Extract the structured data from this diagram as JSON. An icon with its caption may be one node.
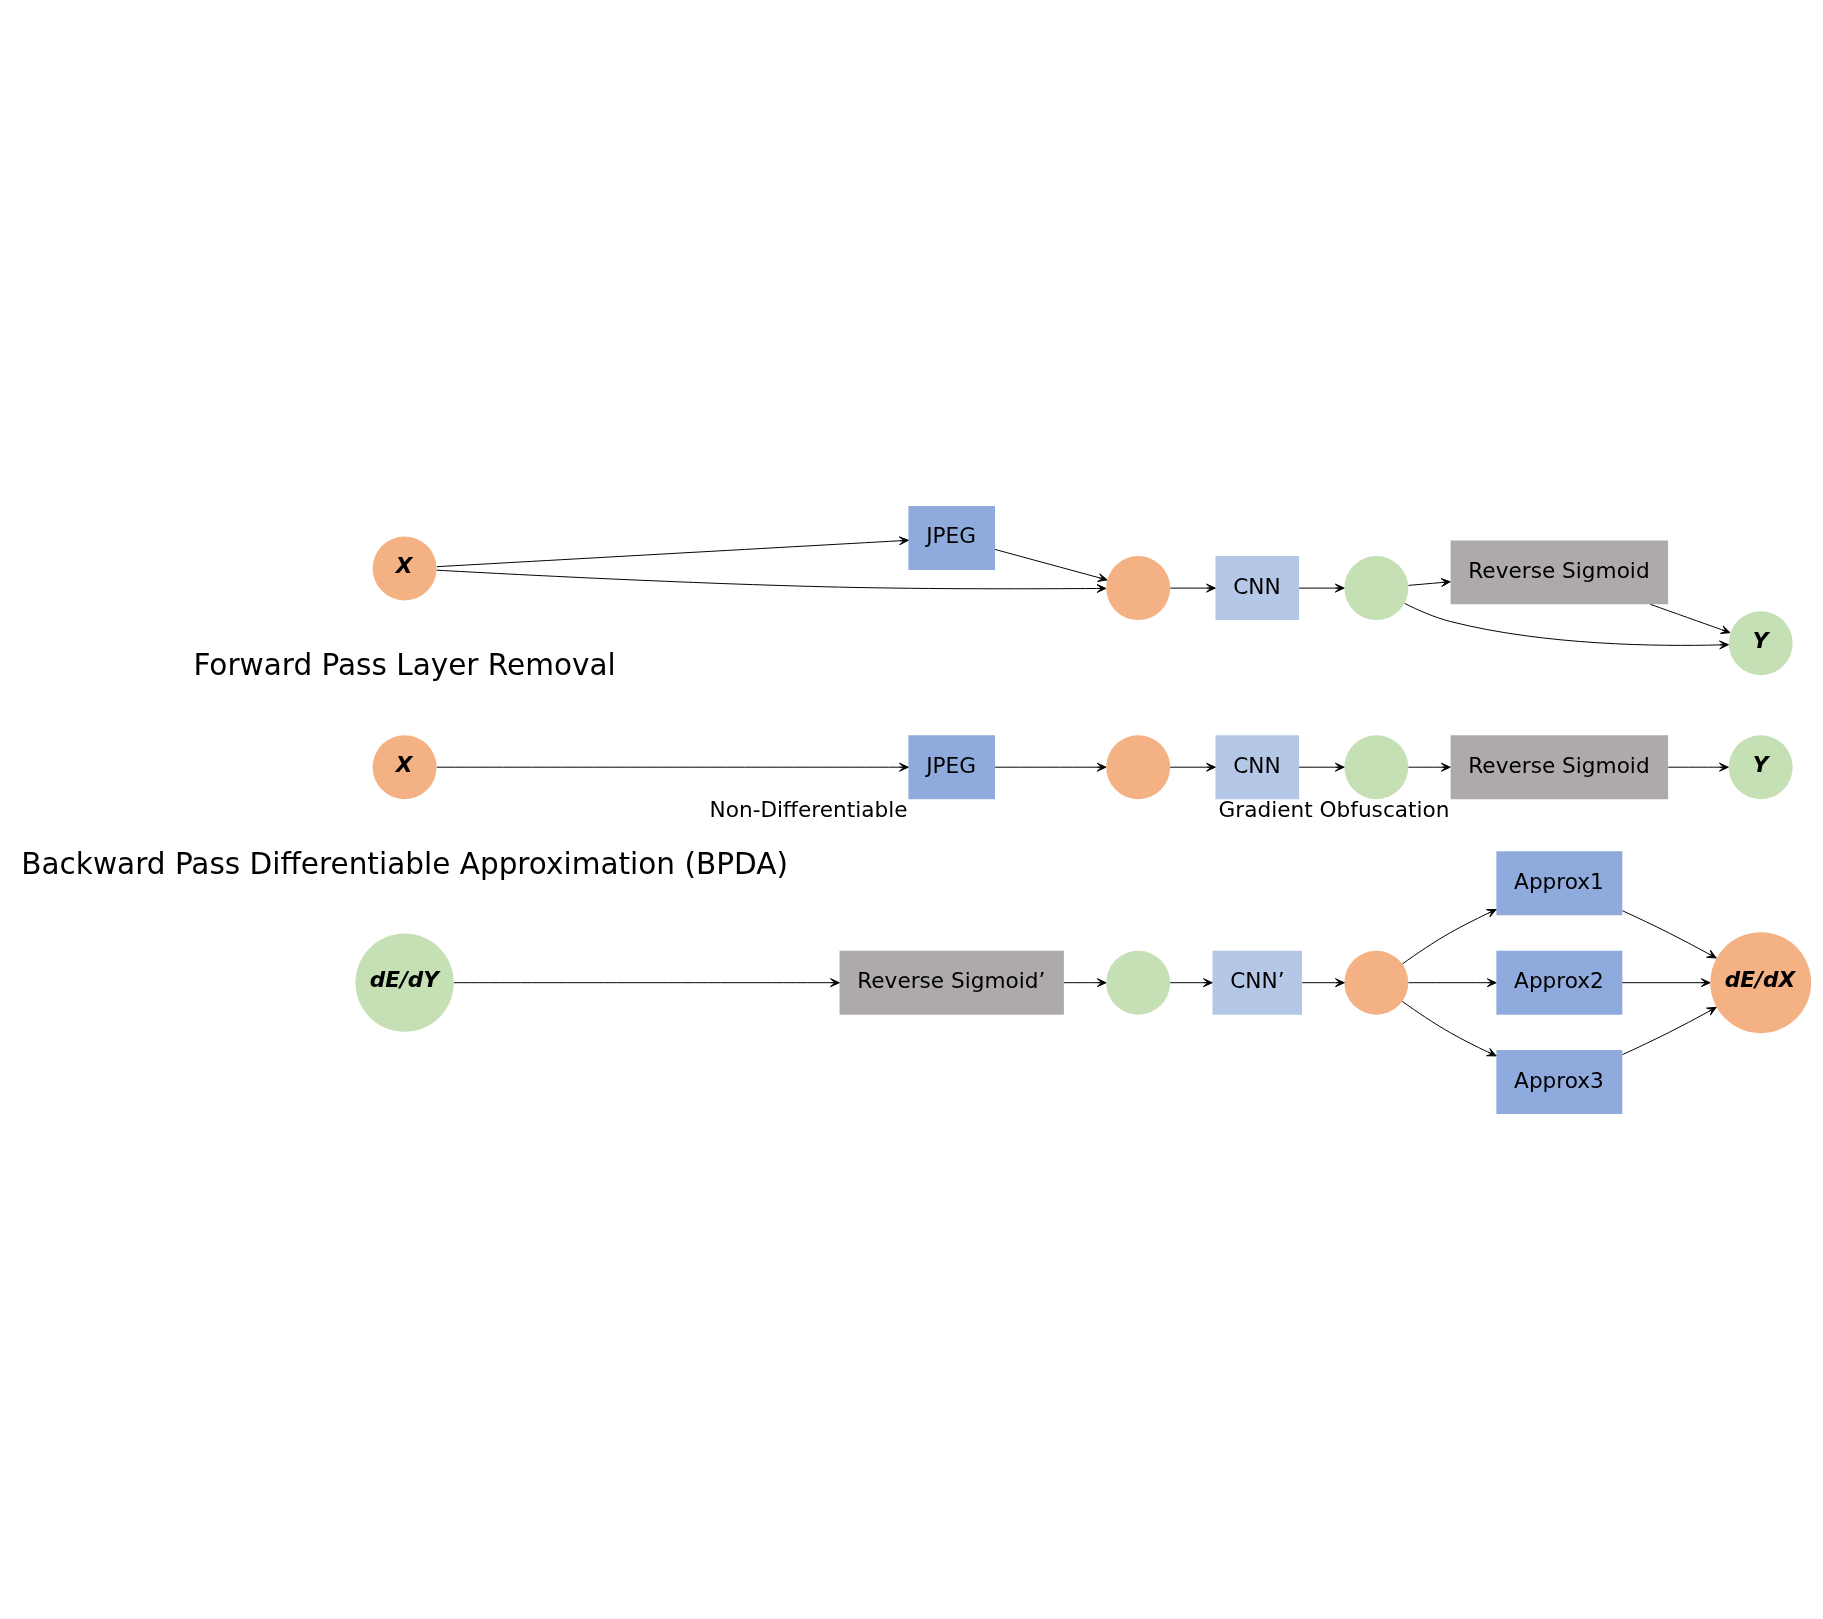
{
  "diagram": {
    "nodes": [
      {
        "text": [
          "X"
        ]
      },
      {
        "text": [
          "JPEG"
        ]
      },
      {
        "text": [],
        "shape": "circle"
      },
      {
        "text": [
          "CNN"
        ]
      },
      {
        "text": [],
        "shape": "circle"
      },
      {
        "text": [
          "Reverse Sigmoid"
        ]
      },
      {
        "text": [
          "Y"
        ]
      },
      {
        "text": [
          "X"
        ]
      },
      {
        "text": [
          "JPEG"
        ],
        "beside": [
          "Non-Differentiable"
        ]
      },
      {
        "text": [],
        "shape": "circle"
      },
      {
        "text": [
          "CNN"
        ]
      },
      {
        "text": [],
        "shape": "circle"
      },
      {
        "text": [
          "Reverse Sigmoid"
        ],
        "beside": [
          "Gradient Obfuscation"
        ]
      },
      {
        "text": [
          "Y"
        ]
      },
      {
        "text": [
          "dE/dX"
        ]
      },
      {
        "text": [
          "Approx1"
        ]
      },
      {
        "text": [
          "Approx2"
        ]
      },
      {
        "text": [
          "Approx3"
        ]
      },
      {
        "text": [],
        "shape": "circle"
      },
      {
        "text": [
          "CNN’"
        ]
      },
      {
        "text": [],
        "shape": "circle"
      },
      {
        "text": [
          "Reverse Sigmoid’"
        ]
      },
      {
        "text": [
          "dE/dY"
        ]
      }
    ],
    "edges": [
      {
        "from": 0,
        "to": 2,
        "arrow": "to"
      },
      {
        "from": 0,
        "to": 1,
        "arrow": "to"
      },
      {
        "from": 1,
        "to": 2,
        "arrow": "to"
      },
      {
        "from": 2,
        "to": 3,
        "arrow": "to"
      },
      {
        "from": 3,
        "to": 4,
        "arrow": "to"
      },
      {
        "from": 4,
        "to": 6,
        "arrow": "to"
      },
      {
        "from": 4,
        "to": 5,
        "arrow": "to"
      },
      {
        "from": 5,
        "to": 6,
        "arrow": "to"
      },
      {
        "from": 7,
        "to": 8,
        "arrow": "to"
      },
      {
        "from": 8,
        "to": 9,
        "arrow": "to"
      },
      {
        "from": 9,
        "to": 10,
        "arrow": "to"
      },
      {
        "from": 10,
        "to": 11,
        "arrow": "to"
      },
      {
        "from": 11,
        "to": 12,
        "arrow": "to"
      },
      {
        "from": 12,
        "to": 13,
        "arrow": "to"
      },
      {
        "from": 22,
        "to": 21,
        "arrow": "to"
      },
      {
        "from": 21,
        "to": 20,
        "arrow": "to"
      },
      {
        "from": 20,
        "to": 19,
        "arrow": "to"
      },
      {
        "from": 19,
        "to": 18,
        "arrow": "to"
      },
      {
        "from": 18,
        "to": 15,
        "arrow": "to"
      },
      {
        "from": 18,
        "to": 16,
        "arrow": "to"
      },
      {
        "from": 18,
        "to": 17,
        "arrow": "to"
      },
      {
        "from": 15,
        "to": 14,
        "arrow": "to"
      },
      {
        "from": 16,
        "to": 14,
        "arrow": "to"
      },
      {
        "from": 17,
        "to": 14,
        "arrow": "to"
      }
    ],
    "labels": [
      "Forward Pass Layer Removal",
      "Backward Pass Differentiable Approximation (BPDA)"
    ]
  }
}
